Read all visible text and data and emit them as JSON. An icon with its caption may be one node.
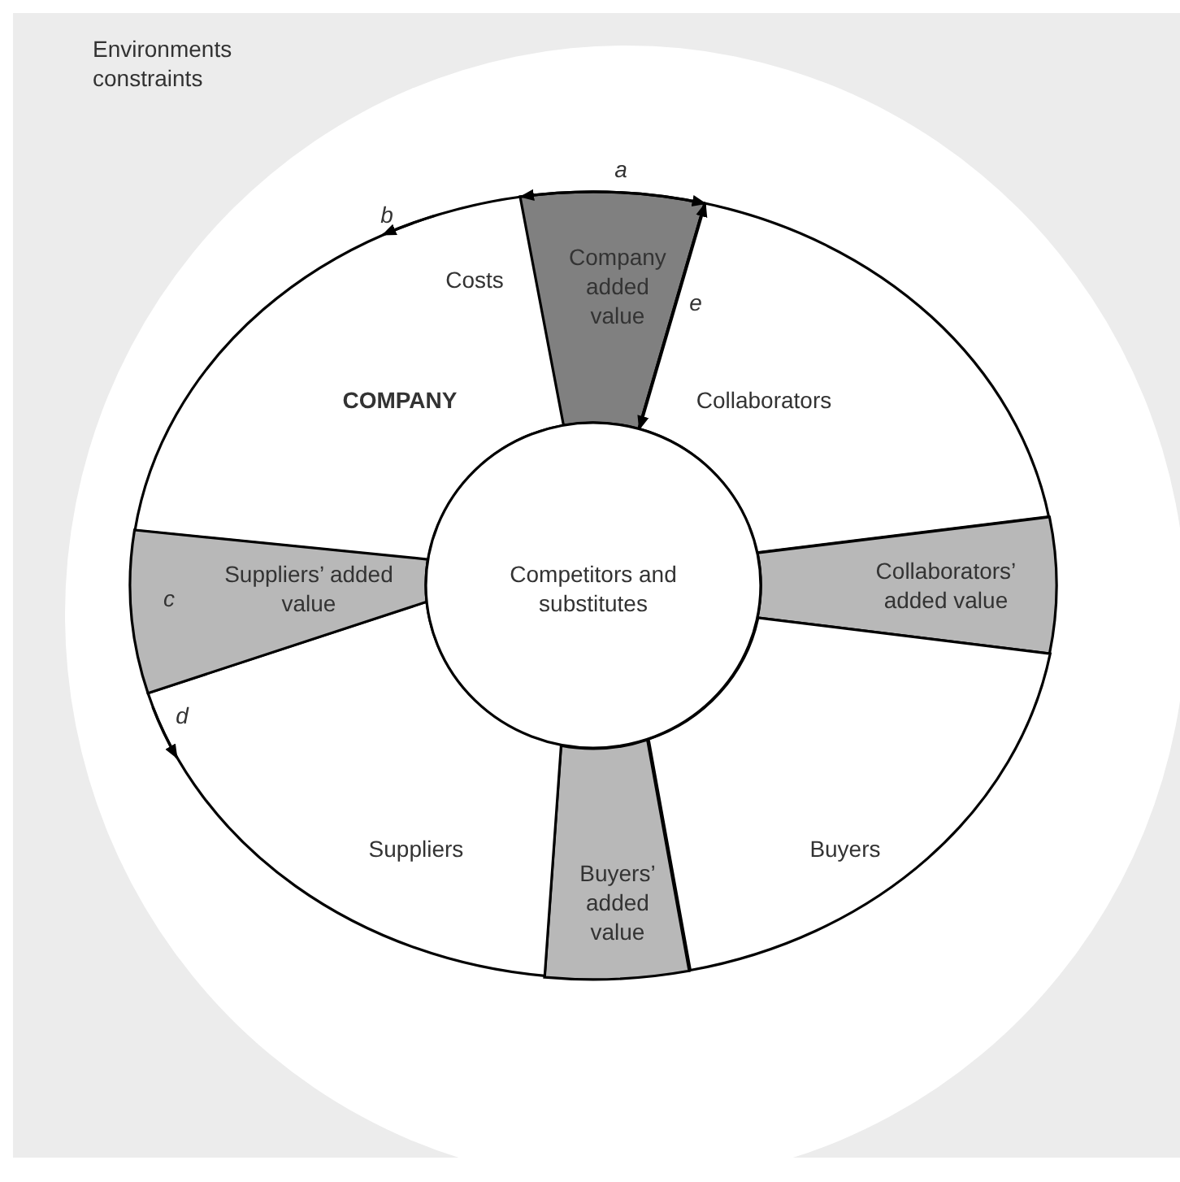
{
  "diagram": {
    "nodes": [
      {
        "text": [
          "Environments constraints"
        ]
      },
      {
        "text": [
          "Costs",
          "COMPANY"
        ],
        "in": 0
      },
      {
        "text": [
          "Company added value"
        ],
        "in": 0
      },
      {
        "text": [
          "Collaborators"
        ],
        "in": 0
      },
      {
        "text": [
          "Collaborators’ added value"
        ],
        "in": 0
      },
      {
        "text": [
          "Buyers"
        ],
        "in": 0
      },
      {
        "text": [
          "Buyers’ added value"
        ],
        "in": 0
      },
      {
        "text": [
          "Suppliers"
        ],
        "in": 0
      },
      {
        "text": [
          "Suppliers’ added value"
        ],
        "in": 0
      },
      {
        "text": [
          "Competitors and substitutes"
        ],
        "in": 0
      }
    ],
    "labels": [
      "a",
      "b",
      "e",
      "c",
      "d"
    ]
  }
}
